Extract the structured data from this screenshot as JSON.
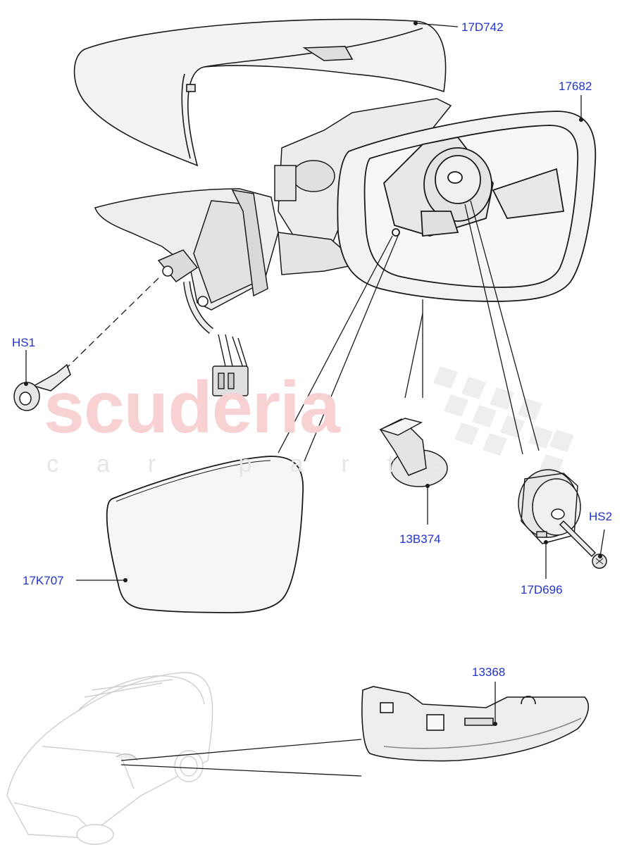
{
  "watermark": {
    "brand": "scuderia",
    "sub": "car parts"
  },
  "labels": {
    "cover": "17D742",
    "housing": "17682",
    "bolt_hs1": "HS1",
    "seal": "13B374",
    "screw_hs2": "HS2",
    "motor": "17D696",
    "glass": "17K707",
    "lamp": "13368"
  },
  "colors": {
    "label": "#2233cc",
    "line": "#1a1a1a",
    "part_fill": "#f2f2f2"
  }
}
